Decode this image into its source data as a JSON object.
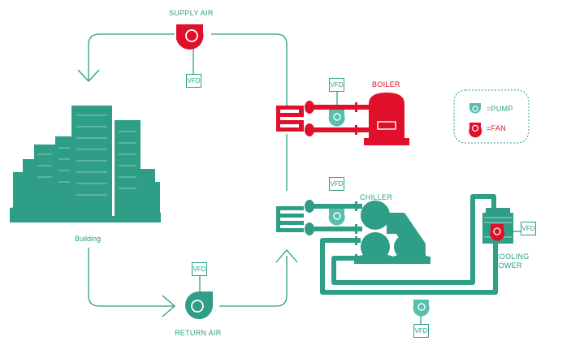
{
  "labels": {
    "supply_air": "SUPPLY AIR",
    "return_air": "RETURN AIR",
    "building": "Building",
    "boiler": "BOILER",
    "chiller": "CHILLER",
    "cooling_tower_line1": "COOLING",
    "cooling_tower_line2": "TOWER",
    "vfd": "VFD"
  },
  "legend": {
    "pump": "=PUMP",
    "fan": "=FAN"
  },
  "colors": {
    "teal": "#2e9e86",
    "red": "#e0102a"
  },
  "icons": [
    "fan-icon",
    "pump-icon",
    "building-icon",
    "boiler-icon",
    "chiller-icon",
    "cooling-tower-icon",
    "coil-icon"
  ]
}
